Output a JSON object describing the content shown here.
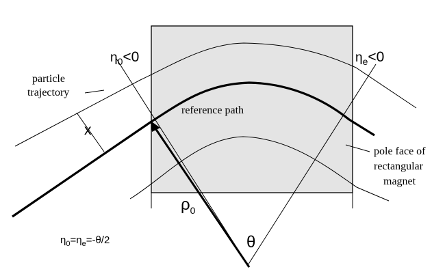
{
  "labels": {
    "eta0_symbol": "η",
    "eta0_sub": "0",
    "eta0_cond": "<0",
    "etae_symbol": "η",
    "etae_sub": "e",
    "etae_cond": "<0",
    "particle_line1": "particle",
    "particle_line2": "trajectory",
    "x_label": "x",
    "reference_path": "reference path",
    "pole_line1": "pole face of",
    "pole_line2": "rectangular",
    "pole_line3": "magnet",
    "rho_symbol": "ρ",
    "rho_sub": "0",
    "theta": "θ",
    "relation_eta": "η",
    "relation_sub0": "0",
    "relation_eq1": "=η",
    "relation_sube": "e",
    "relation_rest": "=-θ/2"
  },
  "colors": {
    "magnet_fill": "#e4e4e4",
    "line": "#000000"
  }
}
